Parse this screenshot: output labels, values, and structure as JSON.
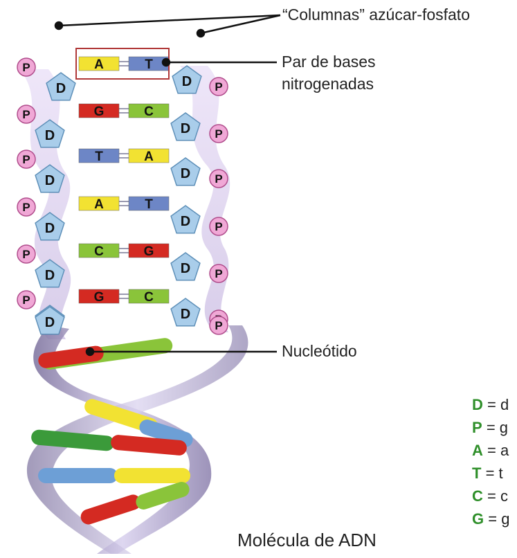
{
  "labels": {
    "backbones": "“Columnas” azúcar-fosfato",
    "base_pair_line1": "Par de bases",
    "base_pair_line2": "nitrogenadas",
    "nucleotide": "Nucleótido",
    "caption": "Molécula de ADN"
  },
  "sugar_letter": "D",
  "phosphate_letter": "P",
  "base_pairs": [
    {
      "left": "A",
      "right": "T"
    },
    {
      "left": "G",
      "right": "C"
    },
    {
      "left": "T",
      "right": "A"
    },
    {
      "left": "A",
      "right": "T"
    },
    {
      "left": "C",
      "right": "G"
    },
    {
      "left": "G",
      "right": "C"
    }
  ],
  "legend": [
    {
      "key": "D",
      "text": "= d"
    },
    {
      "key": "P",
      "text": "= g"
    },
    {
      "key": "A",
      "text": "= a"
    },
    {
      "key": "T",
      "text": "= t"
    },
    {
      "key": "C",
      "text": "= c"
    },
    {
      "key": "G",
      "text": "= g"
    }
  ],
  "colors": {
    "A": "#f2e232",
    "T": "#6d86c6",
    "G": "#d42a22",
    "C": "#8ac43a",
    "sugar": "#a9cdea",
    "phosphate": "#f0a8d6",
    "backbone": "#c9b6e4",
    "legend_key": "#2f8f2a",
    "highlight_box": "#b03838"
  }
}
